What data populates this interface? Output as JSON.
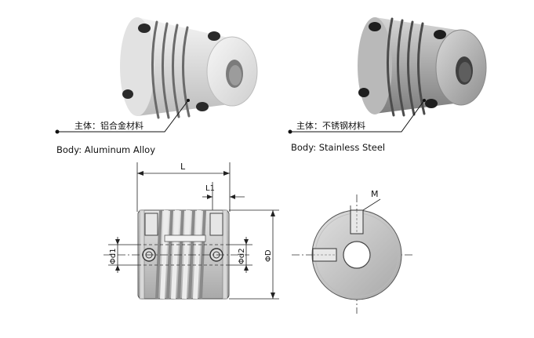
{
  "photos": [
    {
      "material_cn": "主体：铝合金材料",
      "material_en": "Body: Aluminum  Alloy"
    },
    {
      "material_cn": "主体：不锈钢材料",
      "material_en": "Body: Stainless  Steel"
    }
  ],
  "drawing": {
    "dim_length": "L",
    "dim_l1": "L1",
    "dim_d1": "Φd1",
    "dim_d2": "Φd2",
    "dim_outer": "ΦD",
    "dim_screw": "M"
  }
}
